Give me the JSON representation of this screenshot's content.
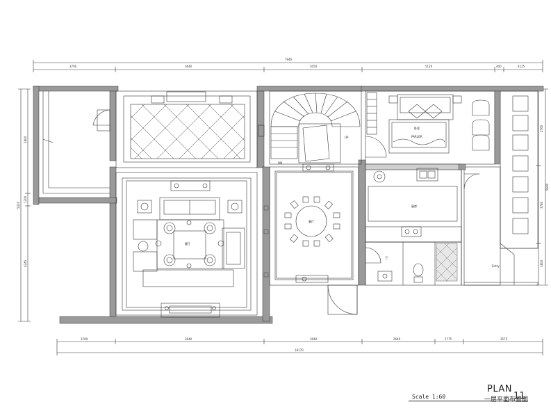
{
  "title_block": {
    "title": "PLAN",
    "sheet_number": "11",
    "subtitle": "一层平面布置图",
    "scale": "Scale 1:60"
  },
  "dimensions": {
    "top_total": "7940",
    "top_segments": [
      "3700",
      "3640",
      "3050",
      "5120",
      "400",
      "4125"
    ],
    "bottom_total": "18170",
    "bottom_segments": [
      "3700",
      "3640",
      "3640",
      "2640",
      "1775",
      "3575"
    ],
    "left_total": "5420",
    "left_segments": [
      "2800",
      "1200",
      "4245"
    ],
    "right_total": "5690",
    "right_segments": [
      "2760",
      "3780",
      "1800"
    ]
  },
  "room_labels": {
    "living": "客厅",
    "dining": "餐厅",
    "kitchen": "厨房",
    "bedroom": "卧室",
    "bedroom_sub": "PARLOR",
    "bath": "卫",
    "stair_note": "UP",
    "door_note": "DN",
    "side_note": "Entry"
  },
  "colors": {
    "wall": "#9a9a9a",
    "line": "#222222",
    "fill_light": "#ffffff"
  }
}
